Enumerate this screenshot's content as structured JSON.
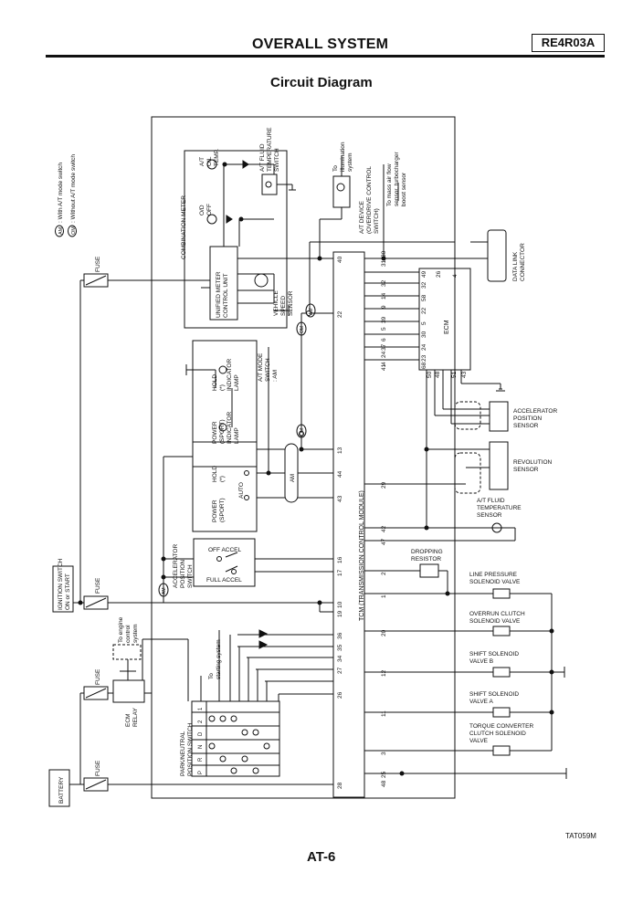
{
  "header": {
    "title": "OVERALL SYSTEM",
    "code": "RE4R03A"
  },
  "subtitle": "Circuit Diagram",
  "figure_code": "TAT059M",
  "page_number": "AT-6",
  "legend": {
    "am_tag": "AM",
    "om_tag": "OM",
    "am_text": ": With A/T mode switch",
    "om_text": ": Without A/T mode switch"
  },
  "labels": {
    "combination_meter": "COMBINATION METER",
    "unified_meter": [
      "UNIFIED METER",
      "CONTROL UNIT"
    ],
    "at_oil_temp": [
      "A/T",
      "OIL",
      "TEMP."
    ],
    "od_off": [
      "O/D",
      "OFF"
    ],
    "at_fluid_temp_switch": [
      "A/T FLUID",
      "TEMPERATURE",
      "SWITCH"
    ],
    "to_illumination": [
      "To",
      "illumination",
      "system"
    ],
    "at_device": [
      "A/T DEVICE",
      "(OVERDRIVE CONTROL",
      "SWITCH)"
    ],
    "to_mass_air": [
      "To mass air flow",
      "sensor, turbocharger",
      "boost sensor"
    ],
    "data_link": [
      "DATA LINK",
      "CONNECTOR"
    ],
    "vehicle_speed": [
      "VEHICLE",
      "SPEED",
      "SENSOR"
    ],
    "hold_lamp": [
      "HOLD",
      "(*)",
      "INDICATOR",
      "LAMP"
    ],
    "power_lamp": [
      "POWER",
      "(SPORT)",
      "INDICATOR",
      "LAMP"
    ],
    "at_mode_switch": [
      "A/T MODE",
      "SWITCH"
    ],
    "at_mode_tag": ": AM",
    "am_bar": "AM",
    "hold_switch": [
      "HOLD",
      "(*)"
    ],
    "auto": "AUTO",
    "power_switch": [
      "POWER",
      "(SPORT)"
    ],
    "accel_switch": [
      "ACCELERATOR",
      "POSITION",
      "SWITCH"
    ],
    "off_accel": "OFF ACCEL",
    "full_accel": "FULL ACCEL",
    "tcm": "TCM (TRANSMISSION CONTROL MODULE)",
    "ecm": "ECM",
    "accel_sensor": [
      "ACCELERATOR",
      "POSITION",
      "SENSOR"
    ],
    "revolution_sensor": [
      "REVOLUTION",
      "SENSOR"
    ],
    "at_fluid_sensor": [
      "A/T FLUID",
      "TEMPERATURE",
      "SENSOR"
    ],
    "dropping_resistor": [
      "DROPPING",
      "RESISTOR"
    ],
    "line_pressure": [
      "LINE PRESSURE",
      "SOLENOID VALVE"
    ],
    "overrun_clutch": [
      "OVERRUN CLUTCH",
      "SOLENOID VALVE"
    ],
    "shift_b": [
      "SHIFT SOLENOID",
      "VALVE B"
    ],
    "shift_a": [
      "SHIFT SOLENOID",
      "VALVE A"
    ],
    "torque_conv": [
      "TORQUE CONVERTER",
      "CLUTCH SOLENOID",
      "VALVE"
    ],
    "ignition": [
      "IGNITION SWITCH",
      "ON or START"
    ],
    "fuse": "FUSE",
    "battery": "BATTERY",
    "ecm_relay": [
      "ECM",
      "RELAY"
    ],
    "to_engine": [
      "To engine",
      "control",
      "system"
    ],
    "to_starting": [
      "To",
      "starting system"
    ],
    "pnp_switch": [
      "PARK/NEUTRAL",
      "POSITION SWITCH"
    ],
    "pnp_cols": [
      "P",
      "R",
      "N",
      "D",
      "2",
      "1"
    ]
  },
  "tcm_pins_left": [
    "40",
    "22",
    "13",
    "44",
    "43",
    "16",
    "17",
    "10",
    "19",
    "36",
    "35",
    "34",
    "27",
    "26",
    "28"
  ],
  "tcm_pins_right": [
    "30",
    "31",
    "32",
    "14",
    "9",
    "39",
    "5",
    "6",
    "37",
    "24",
    "4",
    "41",
    "29",
    "42",
    "47",
    "2",
    "1",
    "20",
    "12",
    "11",
    "3",
    "25",
    "48"
  ],
  "ecm_pins": [
    "26",
    "4",
    "32",
    "58",
    "22",
    "5",
    "30",
    "24",
    "23",
    "68",
    "49",
    "50",
    "48",
    "43",
    "51"
  ]
}
